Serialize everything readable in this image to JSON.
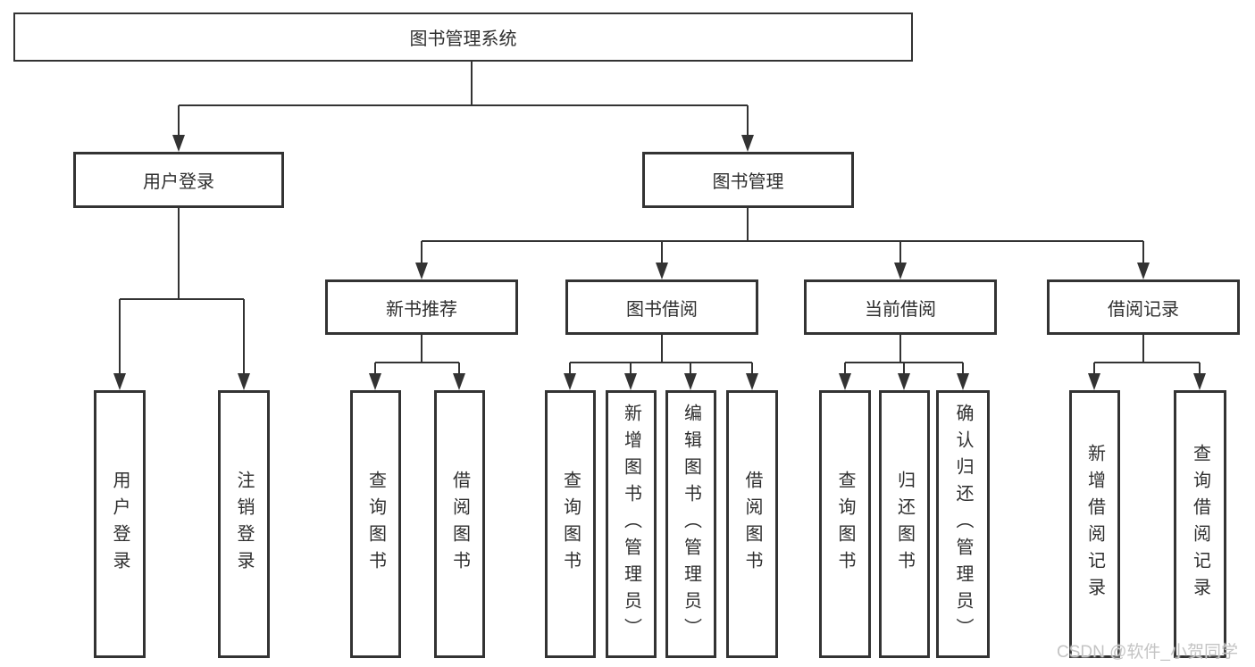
{
  "diagram": {
    "root": {
      "label": "图书管理系统"
    },
    "branches": [
      {
        "label": "用户登录",
        "children": [
          {
            "label": "用户登录"
          },
          {
            "label": "注销登录"
          }
        ]
      },
      {
        "label": "图书管理",
        "children": [
          {
            "label": "新书推荐",
            "children": [
              {
                "label": "查询图书"
              },
              {
                "label": "借阅图书"
              }
            ]
          },
          {
            "label": "图书借阅",
            "children": [
              {
                "label": "查询图书"
              },
              {
                "label": "新增图书（管理员）"
              },
              {
                "label": "编辑图书（管理员）"
              },
              {
                "label": "借阅图书"
              }
            ]
          },
          {
            "label": "当前借阅",
            "children": [
              {
                "label": "查询图书"
              },
              {
                "label": "归还图书"
              },
              {
                "label": "确认归还（管理员）"
              }
            ]
          },
          {
            "label": "借阅记录",
            "children": [
              {
                "label": "新增借阅记录"
              },
              {
                "label": "查询借阅记录"
              }
            ]
          }
        ]
      }
    ]
  },
  "watermark": {
    "text": "CSDN @软件_小贺同学"
  },
  "colors": {
    "line": "#333333",
    "box_border": "#333333",
    "text": "#2f2f2f",
    "background": "#ffffff",
    "watermark": "#c4c4c4"
  }
}
